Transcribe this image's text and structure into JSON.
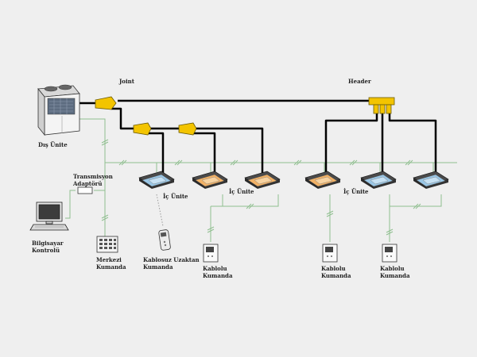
{
  "labels": {
    "joint": "Joint",
    "header": "Header",
    "outdoor_unit": "Dış Ünite",
    "indoor_unit_1": "İç Ünite",
    "indoor_unit_2": "İç Ünite",
    "indoor_unit_3": "İç Ünite",
    "transmission_line1": "Transmisyon",
    "transmission_line2": "Adaptörü",
    "computer_line1": "Bilgisayar",
    "computer_line2": "Kontrolü",
    "central_line1": "Merkezi",
    "central_line2": "Kumanda",
    "wireless_line1": "Kablosuz Uzaktan",
    "wireless_line2": "Kumanda",
    "wired1_line1": "Kablolu",
    "wired1_line2": "Kumanda",
    "wired2_line1": "Kablolu",
    "wired2_line2": "Kumanda",
    "wired3_line1": "Kablolu",
    "wired3_line2": "Kumanda"
  },
  "colors": {
    "background": "#efefef",
    "refrigerant_pipe": "#000000",
    "signal_wire": "#8fbf8f",
    "joint_fitting": "#f3c400",
    "cassette_blue": "#9ac7e6",
    "cassette_orange": "#f2b266"
  }
}
